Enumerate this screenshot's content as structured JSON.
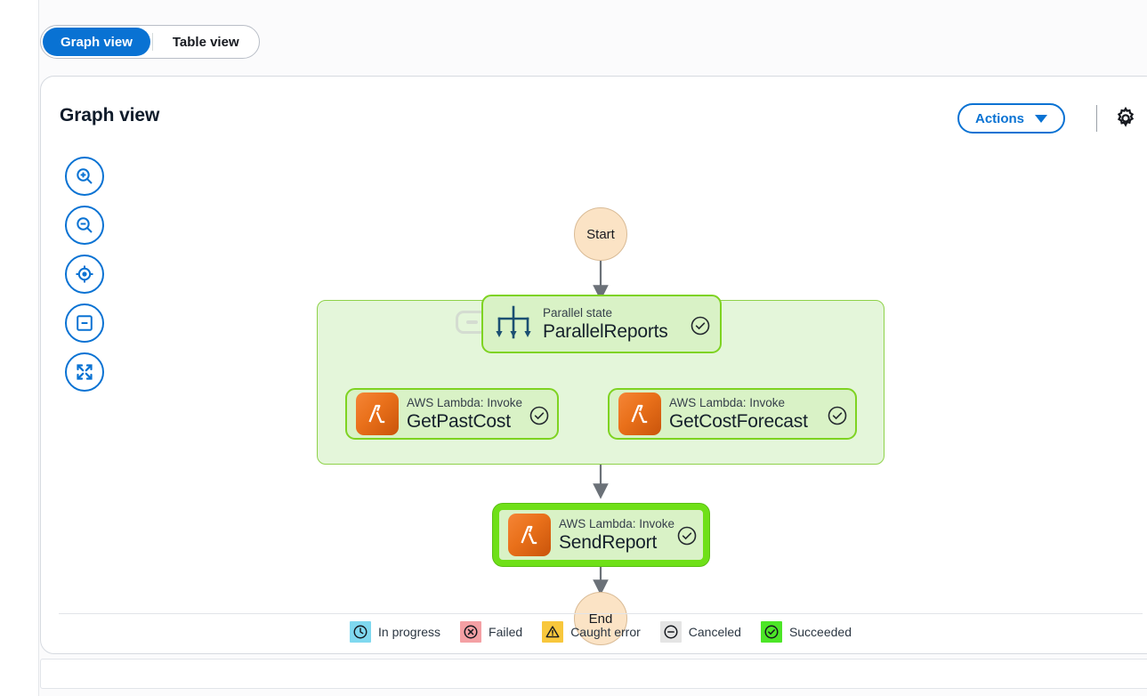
{
  "view_switcher": {
    "options": [
      {
        "label": "Graph view",
        "active": true
      },
      {
        "label": "Table view",
        "active": false
      }
    ]
  },
  "card": {
    "title": "Graph view",
    "actions_label": "Actions",
    "settings_icon": "gear-icon"
  },
  "zoom_tools": [
    {
      "name": "zoom-in-icon",
      "label": "Zoom in"
    },
    {
      "name": "zoom-out-icon",
      "label": "Zoom out"
    },
    {
      "name": "center-target-icon",
      "label": "Center"
    },
    {
      "name": "fit-screen-icon",
      "label": "Fit to window"
    },
    {
      "name": "full-screen-icon",
      "label": "Full screen"
    }
  ],
  "graph": {
    "start_label": "Start",
    "end_label": "End",
    "parallel": {
      "subtitle": "Parallel state",
      "title": "ParallelReports",
      "status": "succeeded"
    },
    "branches": [
      {
        "subtitle": "AWS Lambda: Invoke",
        "title": "GetPastCost",
        "status": "succeeded",
        "selected": false
      },
      {
        "subtitle": "AWS Lambda: Invoke",
        "title": "GetCostForecast",
        "status": "succeeded",
        "selected": false
      }
    ],
    "final_task": {
      "subtitle": "AWS Lambda: Invoke",
      "title": "SendReport",
      "status": "succeeded",
      "selected": true
    }
  },
  "legend": [
    {
      "label": "In progress",
      "icon": "clock-icon",
      "bg": "#7fd8ef"
    },
    {
      "label": "Failed",
      "icon": "x-circle-icon",
      "bg": "#f4a0a4"
    },
    {
      "label": "Caught error",
      "icon": "warning-triangle-icon",
      "bg": "#f8c73c"
    },
    {
      "label": "Canceled",
      "icon": "minus-circle-icon",
      "bg": "#e4e4e4"
    },
    {
      "label": "Succeeded",
      "icon": "check-circle-icon",
      "bg": "#4ce627"
    }
  ],
  "colors": {
    "accent_blue": "#0972d3",
    "selection_green": "#6fe018",
    "node_green": "#d9f2c6",
    "container_green": "#e4f6da",
    "terminal_peach": "#fbe3c5",
    "lambda_orange": "#e9701a"
  }
}
